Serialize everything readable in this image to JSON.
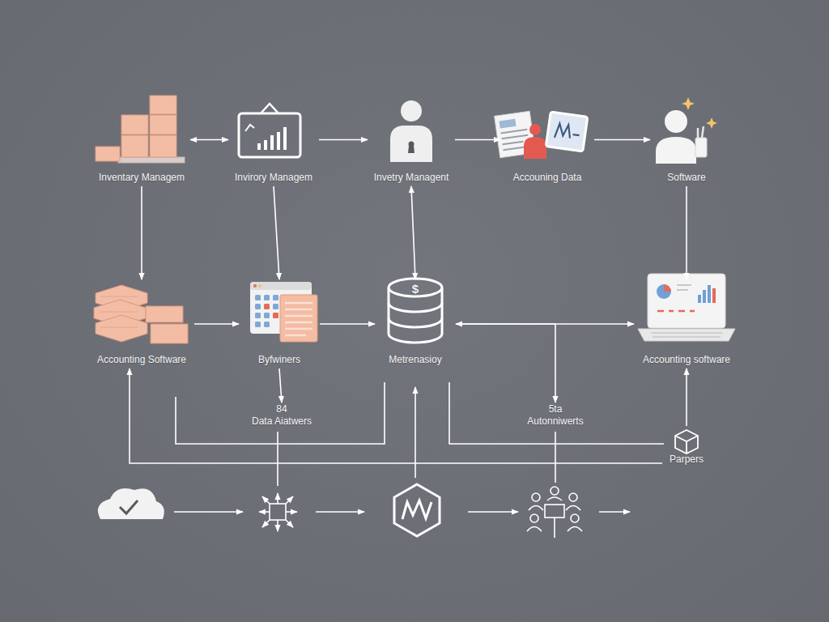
{
  "diagram": {
    "nodes": [
      {
        "text": [
          "Inventary Managem"
        ]
      },
      {
        "text": [
          "Invirory Managem"
        ]
      },
      {
        "text": [
          "Invetry Managent"
        ]
      },
      {
        "text": [
          "Accouning Data"
        ]
      },
      {
        "text": [
          "Software"
        ]
      },
      {
        "text": [
          "Accounting Software"
        ]
      },
      {
        "text": [
          "Byfwiners"
        ]
      },
      {
        "text": [
          "$",
          "Metrenasioy"
        ]
      },
      {
        "text": [
          "Accounting software"
        ]
      },
      {
        "text": [
          "84",
          "Data Aiatwers"
        ]
      },
      {
        "text": [
          "5ta",
          "Autonniwerts"
        ]
      },
      {
        "text": [
          "Parpers"
        ]
      }
    ],
    "edges": [
      {
        "from": 0,
        "to": 1,
        "arrow": "both"
      },
      {
        "from": 1,
        "to": 2,
        "arrow": "to"
      },
      {
        "from": 2,
        "to": 3,
        "arrow": "to"
      },
      {
        "from": 3,
        "to": 4,
        "arrow": "to"
      },
      {
        "from": 0,
        "to": 5,
        "arrow": "to"
      },
      {
        "from": 1,
        "to": 6,
        "arrow": "to"
      },
      {
        "from": 2,
        "to": 7,
        "arrow": "both"
      },
      {
        "from": 4,
        "to": 8,
        "arrow": "to"
      },
      {
        "from": 5,
        "to": 6,
        "arrow": "to"
      },
      {
        "from": 6,
        "to": 7,
        "arrow": "to"
      },
      {
        "from": 7,
        "to": 8,
        "arrow": "both"
      },
      {
        "from": 6,
        "to": 9,
        "arrow": "to"
      },
      {
        "from": 7,
        "to": 10,
        "arrow": "to"
      },
      {
        "from": 11,
        "to": 8,
        "arrow": "to"
      },
      {
        "from": 11,
        "to": 5,
        "arrow": "to"
      }
    ]
  }
}
